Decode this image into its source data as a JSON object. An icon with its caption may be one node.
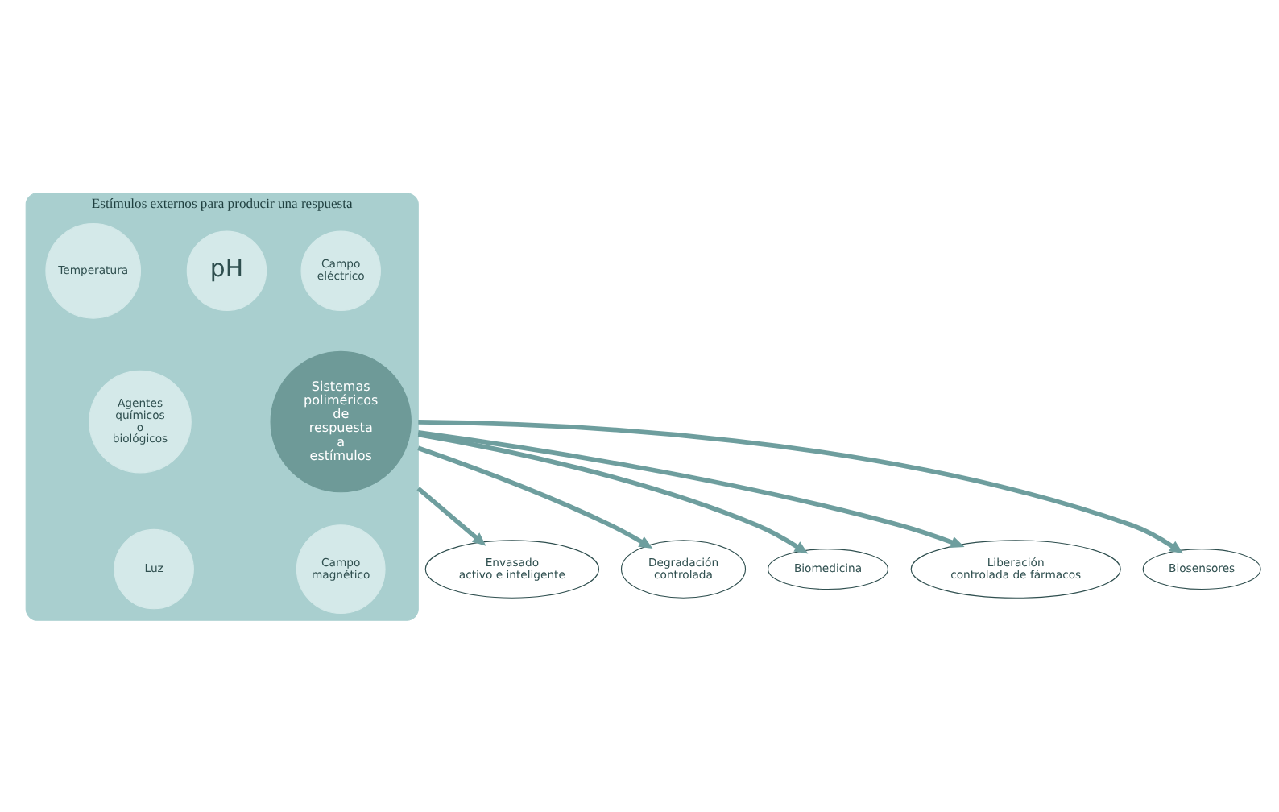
{
  "diagram": {
    "nodes": [
      {
        "text": [
          "Estímulos externos para producir una respuesta"
        ]
      },
      {
        "text": [
          "Campo eléctrico"
        ],
        "in": 0
      },
      {
        "text": [
          "pH"
        ],
        "in": 0
      },
      {
        "text": [
          "Temperatura"
        ],
        "in": 0
      },
      {
        "text": [
          "Sistemas poliméricos de respuesta a estímulos"
        ],
        "in": 0
      },
      {
        "text": [
          "Agentes químicos o biológicos"
        ],
        "in": 0
      },
      {
        "text": [
          "Campo magnético"
        ],
        "in": 0
      },
      {
        "text": [
          "Luz"
        ],
        "in": 0
      },
      {
        "text": [
          "Envasado activo e inteligente"
        ]
      },
      {
        "text": [
          "Degradación controlada"
        ]
      },
      {
        "text": [
          "Biomedicina"
        ]
      },
      {
        "text": [
          "Liberación controlada de fármacos"
        ]
      },
      {
        "text": [
          "Biosensores"
        ]
      }
    ],
    "edges": [
      {
        "from": 0,
        "to": 8,
        "arrow": "to"
      },
      {
        "from": 0,
        "to": 9,
        "arrow": "to"
      },
      {
        "from": 0,
        "to": 10,
        "arrow": "to"
      },
      {
        "from": 0,
        "to": 11,
        "arrow": "to"
      },
      {
        "from": 0,
        "to": 12,
        "arrow": "to"
      }
    ]
  }
}
